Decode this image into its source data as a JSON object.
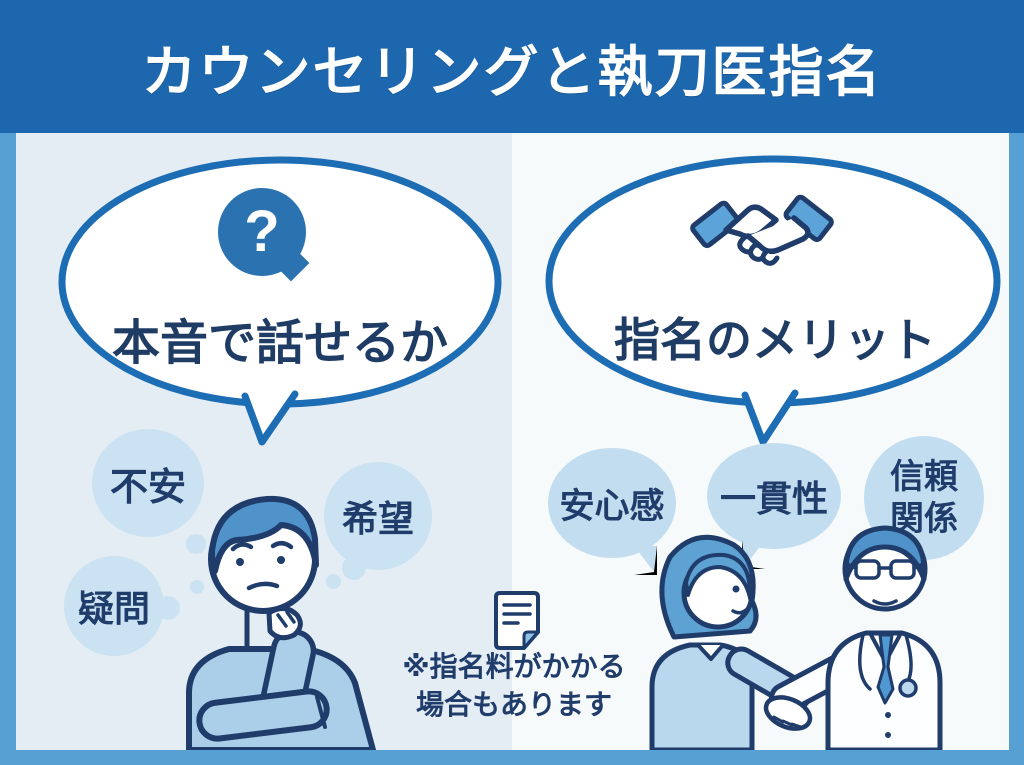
{
  "title": "カウンセリングと執刀医指名",
  "left_panel": {
    "bubble_label": "本音で話せるか",
    "question_glyph": "?",
    "thoughts": [
      "不安",
      "希望",
      "疑問"
    ]
  },
  "right_panel": {
    "bubble_label": "指名のメリット",
    "benefits": [
      "安心感",
      "一貫性",
      "信頼関係"
    ]
  },
  "note": {
    "line1": "※指名料がかかる",
    "line2": "場合もあります"
  },
  "icons": {
    "left_bubble_icon": "question-speech-icon",
    "right_bubble_icon": "handshake-icon",
    "note_icon": "document-icon"
  },
  "colors": {
    "header_bg": "#1d67ae",
    "frame": "#57a0d4",
    "panel_left_bg": "#e4edf4",
    "panel_right_bg": "#f7fafb",
    "bubble_border": "#1d6db4",
    "text_navy": "#1f3c6b",
    "thought_fill": "#cbe2f2",
    "benefit_fill": "#c3ddf0",
    "icon_blue": "#2a72b0",
    "illustration_blue": "#4f93ca",
    "illustration_light": "#abcfe9",
    "title_text": "#ffffff"
  }
}
